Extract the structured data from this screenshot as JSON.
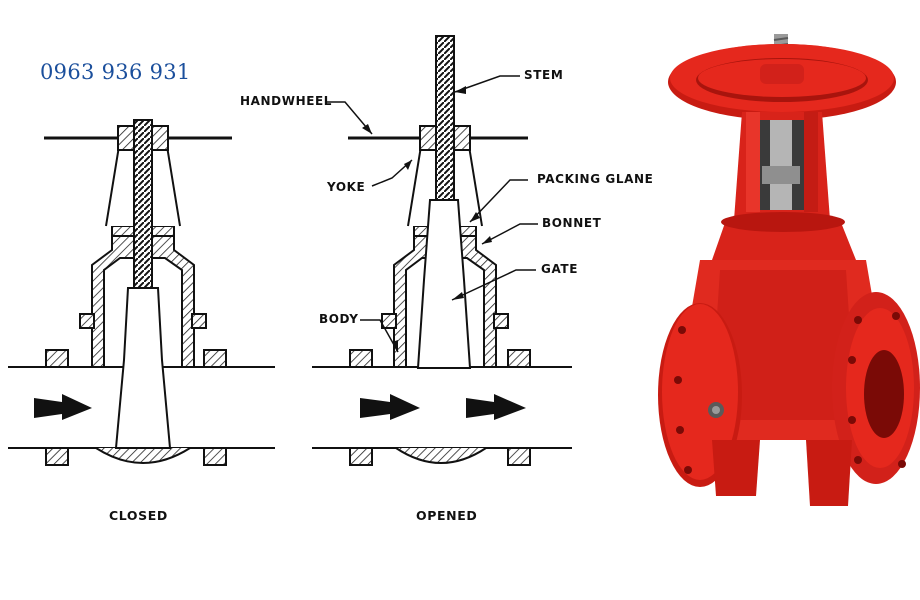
{
  "phone": "0963 936 931",
  "captions": {
    "closed": "CLOSED",
    "opened": "OPENED"
  },
  "labels": {
    "handwheel": "HANDWHEEL",
    "yoke": "YOKE",
    "stem": "STEM",
    "packing_gland": "PACKING GLANE",
    "bonnet": "BONNET",
    "gate": "GATE",
    "body": "BODY"
  },
  "colors": {
    "phone": "#1b4f9c",
    "valve_red": "#e0241b",
    "ink": "#111111"
  }
}
